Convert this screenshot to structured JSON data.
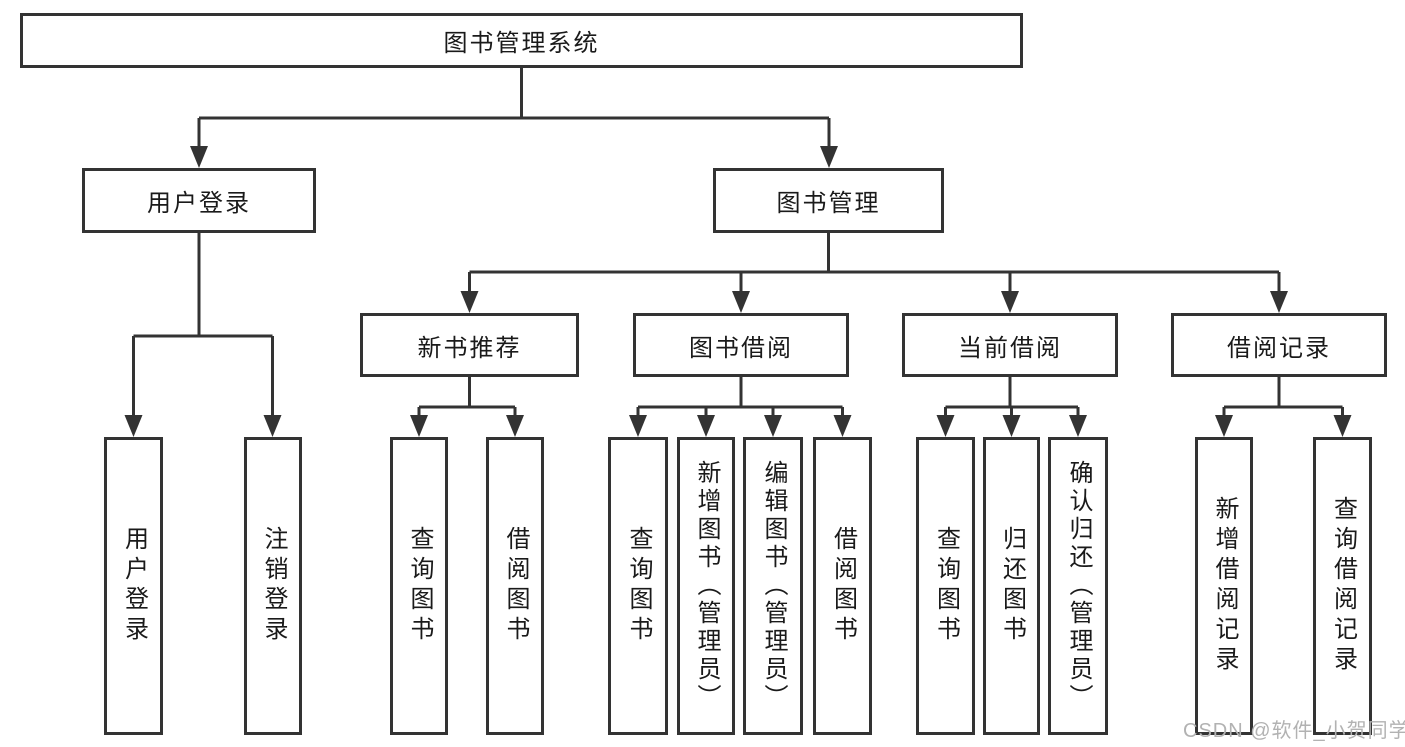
{
  "diagram": {
    "title": "图书管理系统",
    "nodes": {
      "root": "图书管理系统",
      "user_login": "用户登录",
      "book_mgmt": "图书管理",
      "new_book_rec": "新书推荐",
      "book_borrow": "图书借阅",
      "current_borrow": "当前借阅",
      "borrow_record": "借阅记录",
      "leaf_user_login": "用户登录",
      "leaf_logout": "注销登录",
      "leaf_query_books_a": "查询图书",
      "leaf_borrow_books_a": "借阅图书",
      "leaf_query_books_b": "查询图书",
      "leaf_add_books": "新增图书（管理员）",
      "leaf_edit_books": "编辑图书（管理员）",
      "leaf_borrow_books_b": "借阅图书",
      "leaf_query_books_c": "查询图书",
      "leaf_return_books": "归还图书",
      "leaf_confirm_return": "确认归还（管理员）",
      "leaf_add_record": "新增借阅记录",
      "leaf_query_record": "查询借阅记录"
    },
    "colors": {
      "line": "#333333",
      "text": "#1a1a1a",
      "watermark": "#b2b2b2",
      "background": "#ffffff"
    }
  },
  "watermark": "CSDN @软件_小贺同学"
}
